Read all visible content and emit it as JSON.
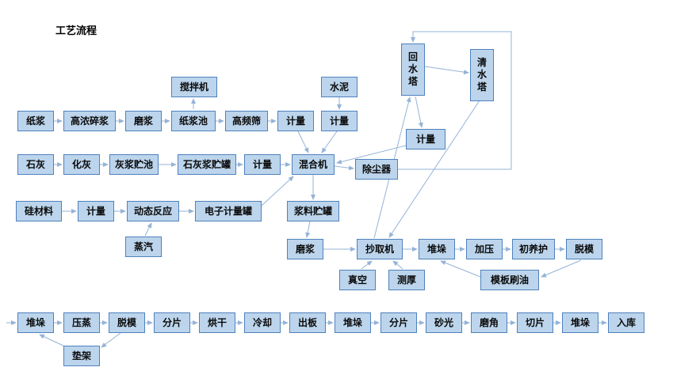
{
  "title": "工艺流程",
  "colors": {
    "background": "#FFFFFF",
    "box_fill": "#BCD5EC",
    "box_border": "#4F81BD",
    "arrow": "#95B3D7",
    "text": "#000000"
  },
  "nodes": {
    "zhijiang": "纸浆",
    "gaonongsuijiang": "高浓碎浆",
    "mojiang1": "磨浆",
    "zhijiangchi": "纸浆池",
    "jiaobanji": "搅拌机",
    "gaopinshai": "高频筛",
    "jiliang1": "计量",
    "shuini": "水泥",
    "jiliang2": "计量",
    "huishuita": "回水塔",
    "qingshuita": "清水塔",
    "jiliang3": "计量",
    "shihui": "石灰",
    "huahui": "化灰",
    "huijiangzhuchi": "灰浆贮池",
    "shihuijiangzhuguan": "石灰浆贮罐",
    "jiliang4": "计量",
    "hunheji": "混合机",
    "chuchenqi": "除尘器",
    "guicailiao": "硅材料",
    "jiliang5": "计量",
    "dongtaifanying": "动态反应",
    "zhengqi": "蒸汽",
    "dianzijiliangguan": "电子计量罐",
    "jiangliaozhuguan": "浆料贮罐",
    "mojiang2": "磨浆",
    "chaoquji": "抄取机",
    "zhenkong": "真空",
    "cehou": "测厚",
    "duiduo1": "堆垛",
    "jiaya": "加压",
    "chuyanghu": "初养护",
    "tuomo1": "脱模",
    "mobanshuayou": "模板刷油",
    "duiduo2": "堆垛",
    "yazheng": "压蒸",
    "tuomo2": "脱模",
    "fenpian1": "分片",
    "honggan": "烘干",
    "lengque": "冷却",
    "chuban": "出板",
    "duiduo3": "堆垛",
    "fenpian2": "分片",
    "shaguang": "砂光",
    "mojiao": "磨角",
    "qiepian": "切片",
    "duiduo4": "堆垛",
    "ruku": "入库",
    "dianjia": "垫架"
  },
  "edges": [
    [
      "zhijiang",
      "gaonongsuijiang"
    ],
    [
      "gaonongsuijiang",
      "mojiang1"
    ],
    [
      "mojiang1",
      "zhijiangchi"
    ],
    [
      "zhijiangchi",
      "jiaobanji"
    ],
    [
      "zhijiangchi",
      "gaopinshai"
    ],
    [
      "gaopinshai",
      "jiliang1"
    ],
    [
      "jiliang1",
      "hunheji"
    ],
    [
      "shuini",
      "jiliang2"
    ],
    [
      "jiliang2",
      "hunheji"
    ],
    [
      "shihui",
      "huahui"
    ],
    [
      "huahui",
      "huijiangzhuchi"
    ],
    [
      "huijiangzhuchi",
      "shihuijiangzhuguan"
    ],
    [
      "shihuijiangzhuguan",
      "jiliang4"
    ],
    [
      "jiliang4",
      "hunheji"
    ],
    [
      "hunheji",
      "chuchenqi"
    ],
    [
      "guicailiao",
      "jiliang5"
    ],
    [
      "jiliang5",
      "dongtaifanying"
    ],
    [
      "zhengqi",
      "dongtaifanying"
    ],
    [
      "dongtaifanying",
      "dianzijiliangguan"
    ],
    [
      "dianzijiliangguan",
      "hunheji"
    ],
    [
      "hunheji",
      "jiangliaozhuguan"
    ],
    [
      "jiangliaozhuguan",
      "mojiang2"
    ],
    [
      "mojiang2",
      "chaoquji"
    ],
    [
      "zhenkong",
      "chaoquji"
    ],
    [
      "cehou",
      "chaoquji"
    ],
    [
      "chaoquji",
      "huishuita"
    ],
    [
      "huishuita",
      "qingshuita"
    ],
    [
      "qingshuita",
      "chaoquji"
    ],
    [
      "huishuita",
      "jiliang3"
    ],
    [
      "jiliang3",
      "hunheji"
    ],
    [
      "chuchenqi",
      "huishuita"
    ],
    [
      "chaoquji",
      "duiduo1"
    ],
    [
      "duiduo1",
      "jiaya"
    ],
    [
      "jiaya",
      "chuyanghu"
    ],
    [
      "chuyanghu",
      "tuomo1"
    ],
    [
      "tuomo1",
      "mobanshuayou"
    ],
    [
      "mobanshuayou",
      "duiduo1"
    ],
    [
      "duiduo2",
      "yazheng"
    ],
    [
      "yazheng",
      "tuomo2"
    ],
    [
      "tuomo2",
      "fenpian1"
    ],
    [
      "fenpian1",
      "honggan"
    ],
    [
      "honggan",
      "lengque"
    ],
    [
      "lengque",
      "chuban"
    ],
    [
      "chuban",
      "duiduo3"
    ],
    [
      "duiduo3",
      "fenpian2"
    ],
    [
      "fenpian2",
      "shaguang"
    ],
    [
      "shaguang",
      "mojiao"
    ],
    [
      "mojiao",
      "qiepian"
    ],
    [
      "qiepian",
      "duiduo4"
    ],
    [
      "duiduo4",
      "ruku"
    ],
    [
      "tuomo2",
      "dianjia"
    ],
    [
      "dianjia",
      "duiduo2"
    ]
  ]
}
